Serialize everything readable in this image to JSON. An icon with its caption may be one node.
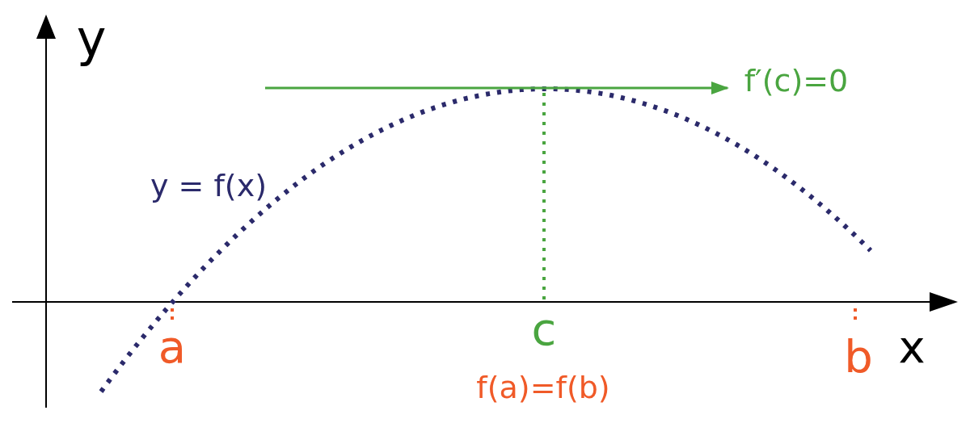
{
  "diagram": {
    "labels": [
      "y",
      "f′(c)=0",
      "y = f(x)",
      "a",
      "c",
      "x",
      "b",
      "f(a)=f(b)"
    ]
  }
}
